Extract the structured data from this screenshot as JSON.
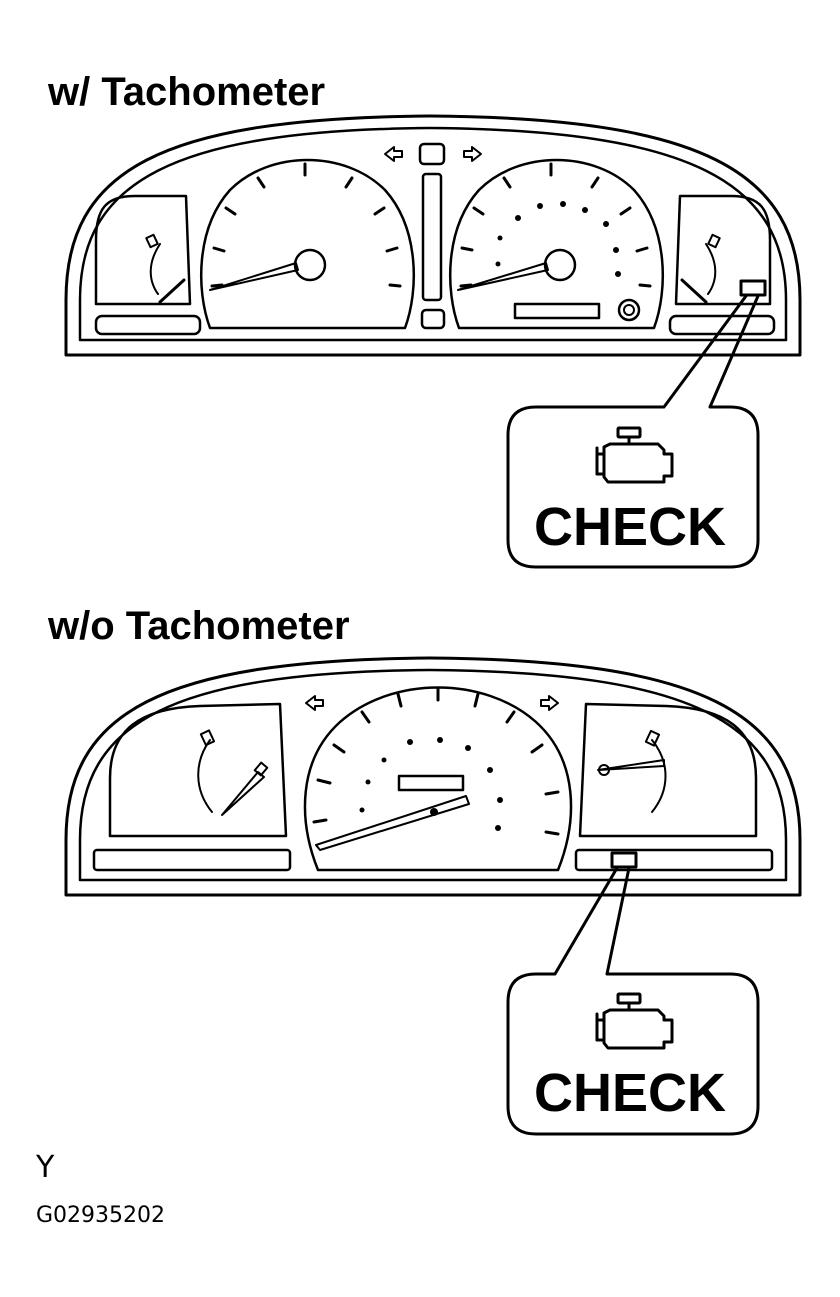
{
  "sections": [
    {
      "heading": "w/ Tachometer",
      "callout_label": "CHECK"
    },
    {
      "heading": "w/o Tachometer",
      "callout_label": "CHECK"
    }
  ],
  "footer": {
    "mark": "Y",
    "code": "G02935202"
  },
  "icons": [
    "turn-left-arrow-icon",
    "turn-right-arrow-icon",
    "engine-check-icon"
  ],
  "colors": {
    "line": "#000000",
    "background": "#ffffff"
  }
}
